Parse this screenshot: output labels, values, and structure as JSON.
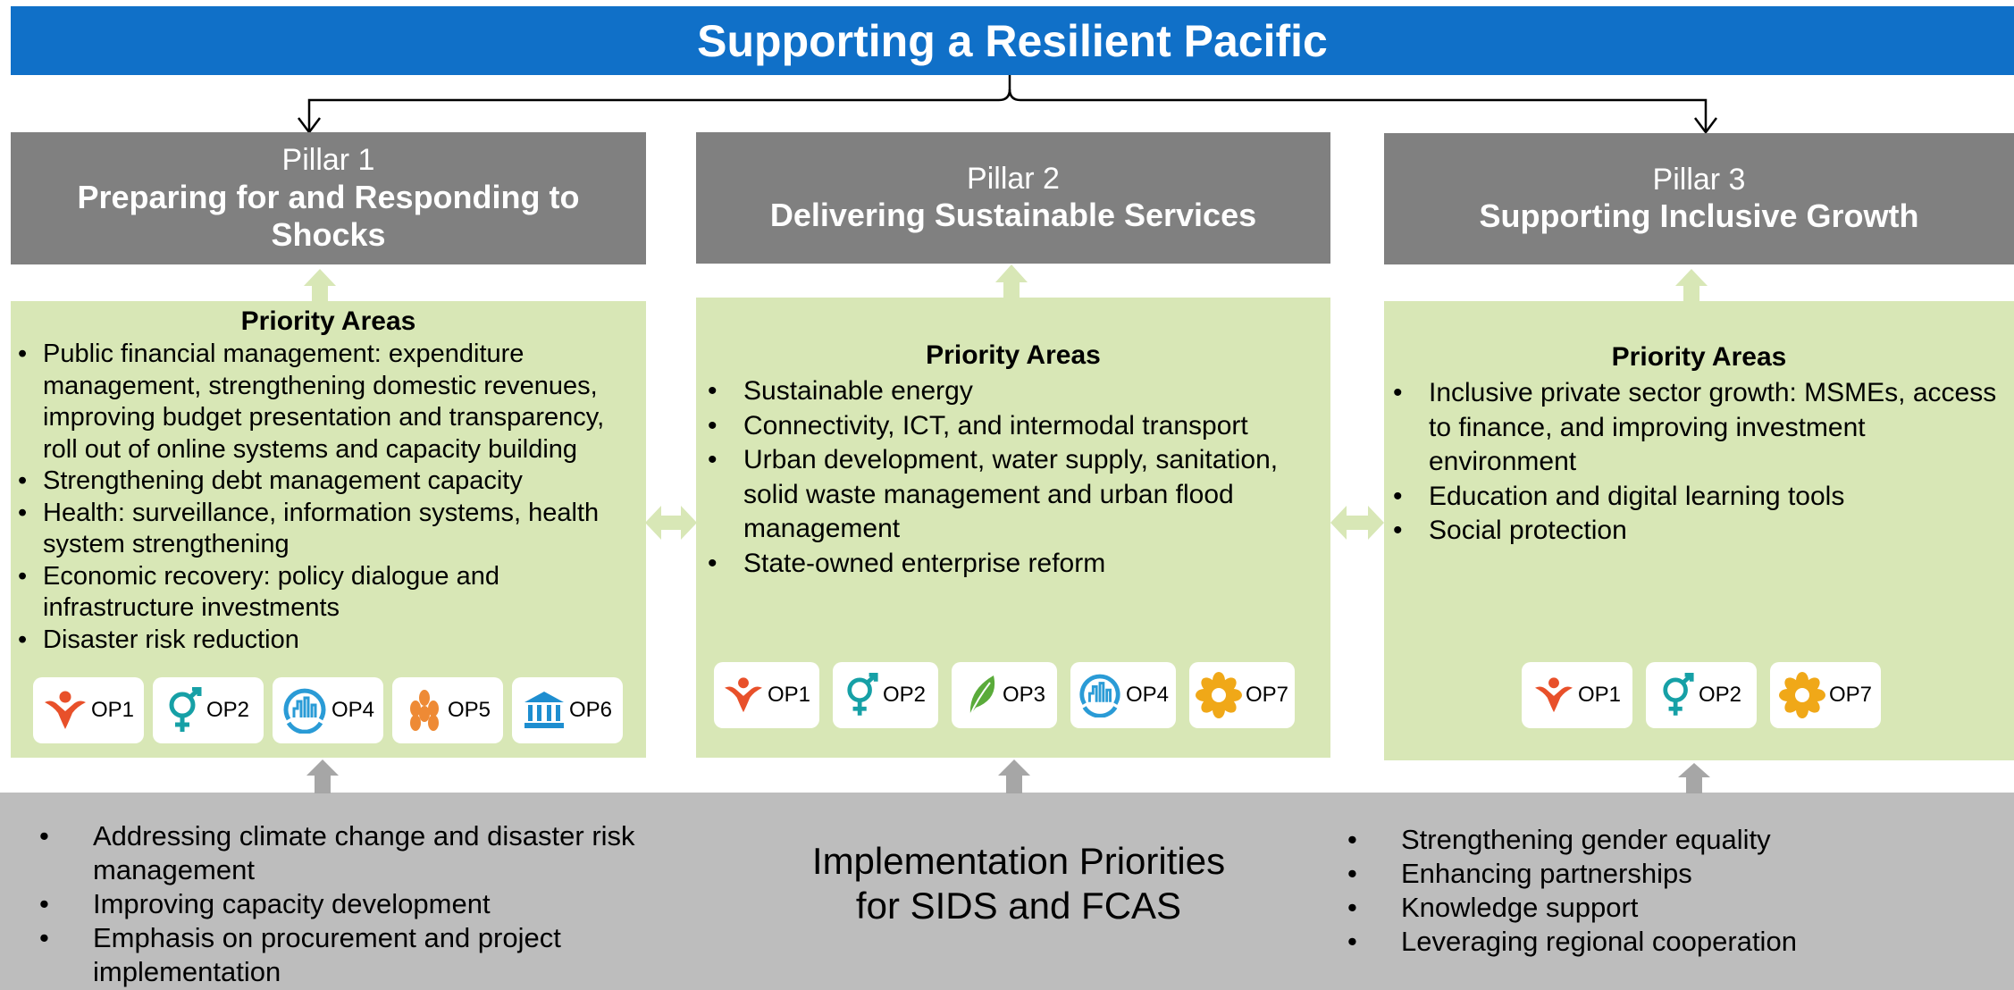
{
  "banner": {
    "title": "Supporting a Resilient Pacific"
  },
  "pillars": [
    {
      "number": "Pillar 1",
      "title": "Preparing for and Responding to Shocks",
      "priority_heading": "Priority Areas",
      "items": [
        "Public financial management: expenditure management, strengthening domestic revenues, improving budget presentation and transparency, roll out of online systems and capacity building",
        "Strengthening debt management capacity",
        "Health: surveillance, information systems, health system strengthening",
        "Economic recovery: policy dialogue and infrastructure investments",
        "Disaster risk reduction"
      ],
      "ops": [
        "OP1",
        "OP2",
        "OP4",
        "OP5",
        "OP6"
      ]
    },
    {
      "number": "Pillar 2",
      "title": "Delivering Sustainable Services",
      "priority_heading": "Priority Areas",
      "items": [
        "Sustainable energy",
        "Connectivity, ICT, and intermodal transport",
        "Urban development, water supply, sanitation, solid waste management and urban flood management",
        "State-owned enterprise reform"
      ],
      "ops": [
        "OP1",
        "OP2",
        "OP3",
        "OP4",
        "OP7"
      ]
    },
    {
      "number": "Pillar 3",
      "title": "Supporting Inclusive Growth",
      "priority_heading": "Priority Areas",
      "items": [
        "Inclusive private sector growth: MSMEs, access to finance, and improving investment environment",
        "Education and digital learning tools",
        "Social protection"
      ],
      "ops": [
        "OP1",
        "OP2",
        "OP7"
      ]
    }
  ],
  "implementation": {
    "title_line1": "Implementation Priorities",
    "title_line2": "for SIDS and FCAS",
    "left_items": [
      "Addressing climate change and disaster risk management",
      "Improving capacity development",
      "Emphasis on procurement and project implementation"
    ],
    "right_items": [
      "Strengthening gender equality",
      "Enhancing partnerships",
      "Knowledge support",
      "Leveraging regional cooperation"
    ]
  },
  "op_icons": {
    "OP1": "poverty-person-icon",
    "OP2": "gender-symbol-icon",
    "OP3": "leaf-icon",
    "OP4": "city-skyline-icon",
    "OP5": "wheat-grain-icon",
    "OP6": "government-building-icon",
    "OP7": "regional-flower-icon"
  },
  "colors": {
    "banner": "#1070c8",
    "pillar_header": "#808080",
    "priority_panel": "#d8e7b6",
    "connector_arrow": "#d8e7b6",
    "implementation_band": "#bdbdbd",
    "support_arrow": "#a6a6a6",
    "op1": "#e8502a",
    "op2": "#16a0a6",
    "op3": "#5aab3a",
    "op4": "#2a9bd6",
    "op5": "#ee8a35",
    "op6": "#1e8ed0",
    "op7": "#f0a818"
  }
}
